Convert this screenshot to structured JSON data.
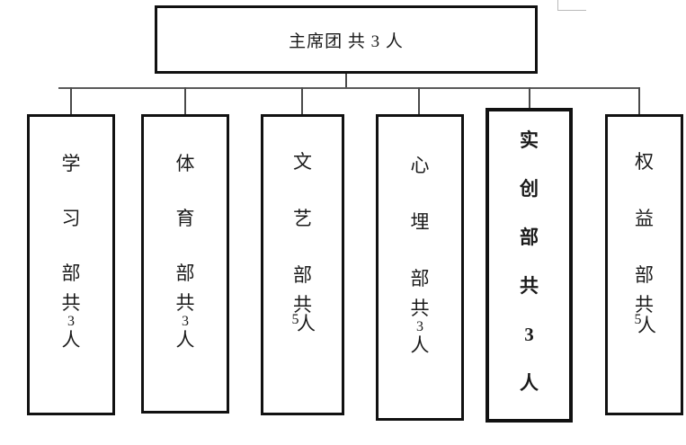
{
  "diagram": {
    "title_text": "主席团 共 3 人",
    "type": "organizational-chart",
    "root": {
      "name": "主席团",
      "count_prefix": "共",
      "count": "3",
      "count_suffix": "人",
      "full_text": "主席团 共 3 人"
    },
    "departments": [
      {
        "id": "xuexi",
        "name": "学习部",
        "full_text": "学习部共3人",
        "count": "3",
        "chars": [
          "学",
          "习",
          "部",
          "共",
          "3",
          "人"
        ],
        "emphasis": false
      },
      {
        "id": "tiyu",
        "name": "体育部",
        "full_text": "体育部共3人",
        "count": "3",
        "chars": [
          "体",
          "育",
          "部",
          "共",
          "3",
          "人"
        ],
        "emphasis": false
      },
      {
        "id": "wenyi",
        "name": "文艺部",
        "full_text": "文艺部共5人",
        "count": "5",
        "chars": [
          "文",
          "艺",
          "部",
          "共",
          "5",
          "人"
        ],
        "emphasis": false
      },
      {
        "id": "xinli",
        "name": "心埋部",
        "full_text": "心埋部共3人",
        "count": "3",
        "chars": [
          "心",
          "埋",
          "部",
          "共",
          "3",
          "人"
        ],
        "emphasis": false
      },
      {
        "id": "shichuang",
        "name": "实创部",
        "full_text": "实创部共3人",
        "count": "3",
        "chars": [
          "实",
          "创",
          "部",
          "共",
          "3",
          "人"
        ],
        "emphasis": true
      },
      {
        "id": "quanyi",
        "name": "权益部",
        "full_text": "权益部共5人",
        "count": "5",
        "chars": [
          "权",
          "益",
          "部",
          "共",
          "5",
          "人"
        ],
        "emphasis": false
      }
    ],
    "colors": {
      "border": "#111111",
      "connector": "#4a4a4a",
      "text": "#1a1a1a",
      "background": "#ffffff",
      "artifact": "#b9b9b9"
    }
  }
}
